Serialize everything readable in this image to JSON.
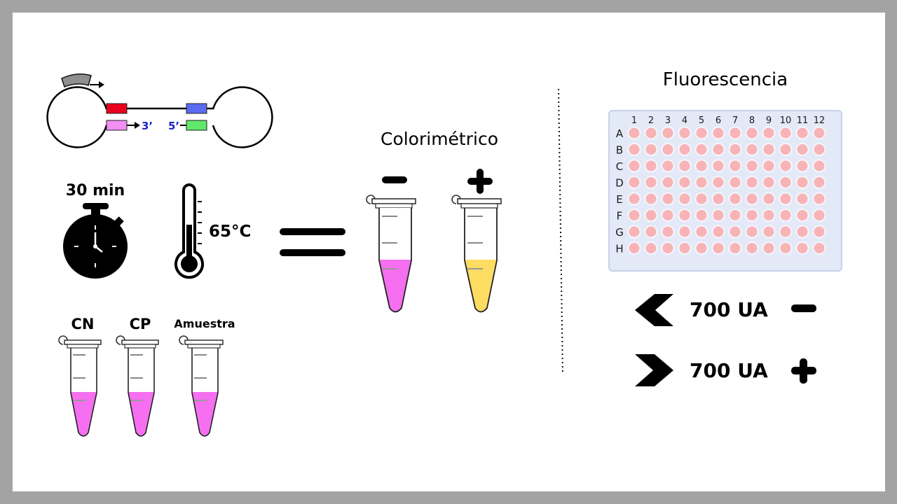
{
  "primer": {
    "label_3prime": "3’",
    "label_5prime": "5’",
    "colors": {
      "red": "#e8001c",
      "blue": "#5b6bf0",
      "pink": "#f38ef2",
      "green": "#5fe86a",
      "gray_arrow": "#8f8f8f",
      "label_blue": "#1a24c8"
    }
  },
  "conditions": {
    "time": "30 min",
    "temperature": "65°C"
  },
  "colorimetric": {
    "title": "Colorimétrico",
    "negative_color": "#f56ff0",
    "positive_color": "#fddc62"
  },
  "controls": {
    "cn_label": "CN",
    "cp_label": "CP",
    "sample_label": "Amuestra",
    "liquid_color": "#f56ff0"
  },
  "fluorescence": {
    "title": "Fluorescencia",
    "columns": [
      "1",
      "2",
      "3",
      "4",
      "5",
      "6",
      "7",
      "8",
      "9",
      "10",
      "11",
      "12"
    ],
    "rows": [
      "A",
      "B",
      "C",
      "D",
      "E",
      "F",
      "G",
      "H"
    ],
    "plate_color": "#e4e9f7",
    "well_color": "#f8b3b6",
    "threshold_low": "700 UA",
    "threshold_high": "700 UA"
  }
}
